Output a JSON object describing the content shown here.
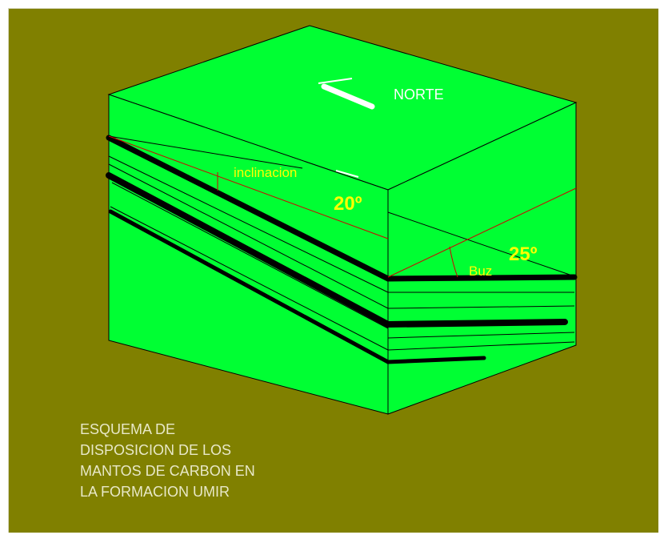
{
  "diagram": {
    "compass_label": "NORTE",
    "inclination_label": "inclinacion",
    "inclination_angle": "20º",
    "dip_label": "Buz",
    "dip_angle": "25º",
    "caption_lines": [
      "ESQUEMA DE",
      "DISPOSICION DE LOS",
      "MANTOS DE CARBON EN",
      "LA FORMACION UMIR"
    ],
    "colors": {
      "background": "#808000",
      "block_fill": "#00ff33",
      "seam": "#000000",
      "construction_line": "#d00000",
      "angle_text": "#ffff00"
    }
  }
}
